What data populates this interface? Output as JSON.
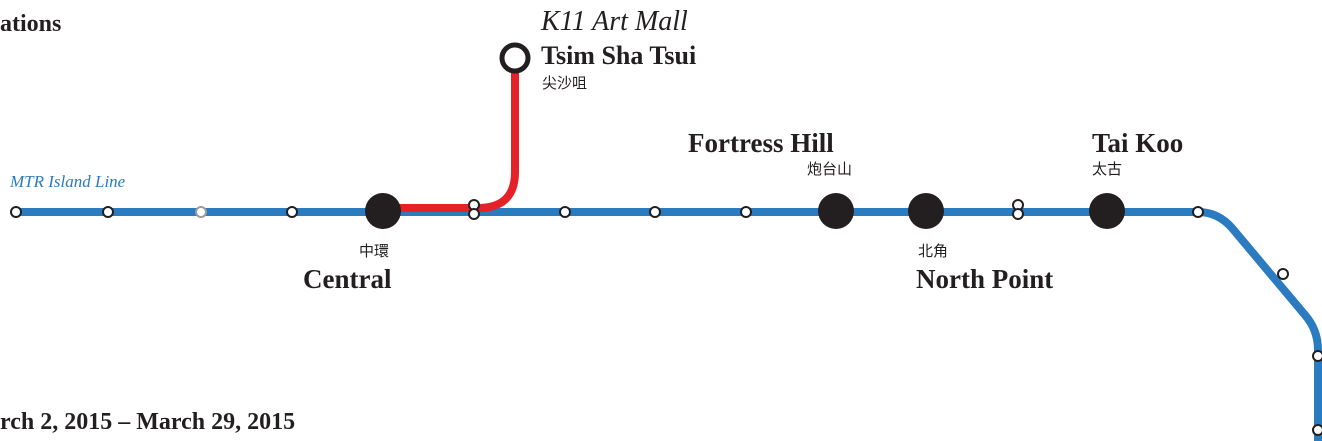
{
  "header": {
    "title_fragment": "ations"
  },
  "footer": {
    "dates_fragment": "rch 2, 2015 – March 29, 2015"
  },
  "line": {
    "name": "MTR Island Line",
    "color": "#2a7bbf"
  },
  "branch": {
    "color": "#e42228"
  },
  "stations": {
    "tst": {
      "venue": "K11 Art Mall",
      "name_en": "Tsim Sha Tsui",
      "name_zh": "尖沙咀"
    },
    "central": {
      "name_en": "Central",
      "name_zh": "中環"
    },
    "fortress_hill": {
      "name_en": "Fortress Hill",
      "name_zh": "炮台山"
    },
    "north_point": {
      "name_en": "North Point",
      "name_zh": "北角"
    },
    "tai_koo": {
      "name_en": "Tai Koo",
      "name_zh": "太古"
    }
  }
}
